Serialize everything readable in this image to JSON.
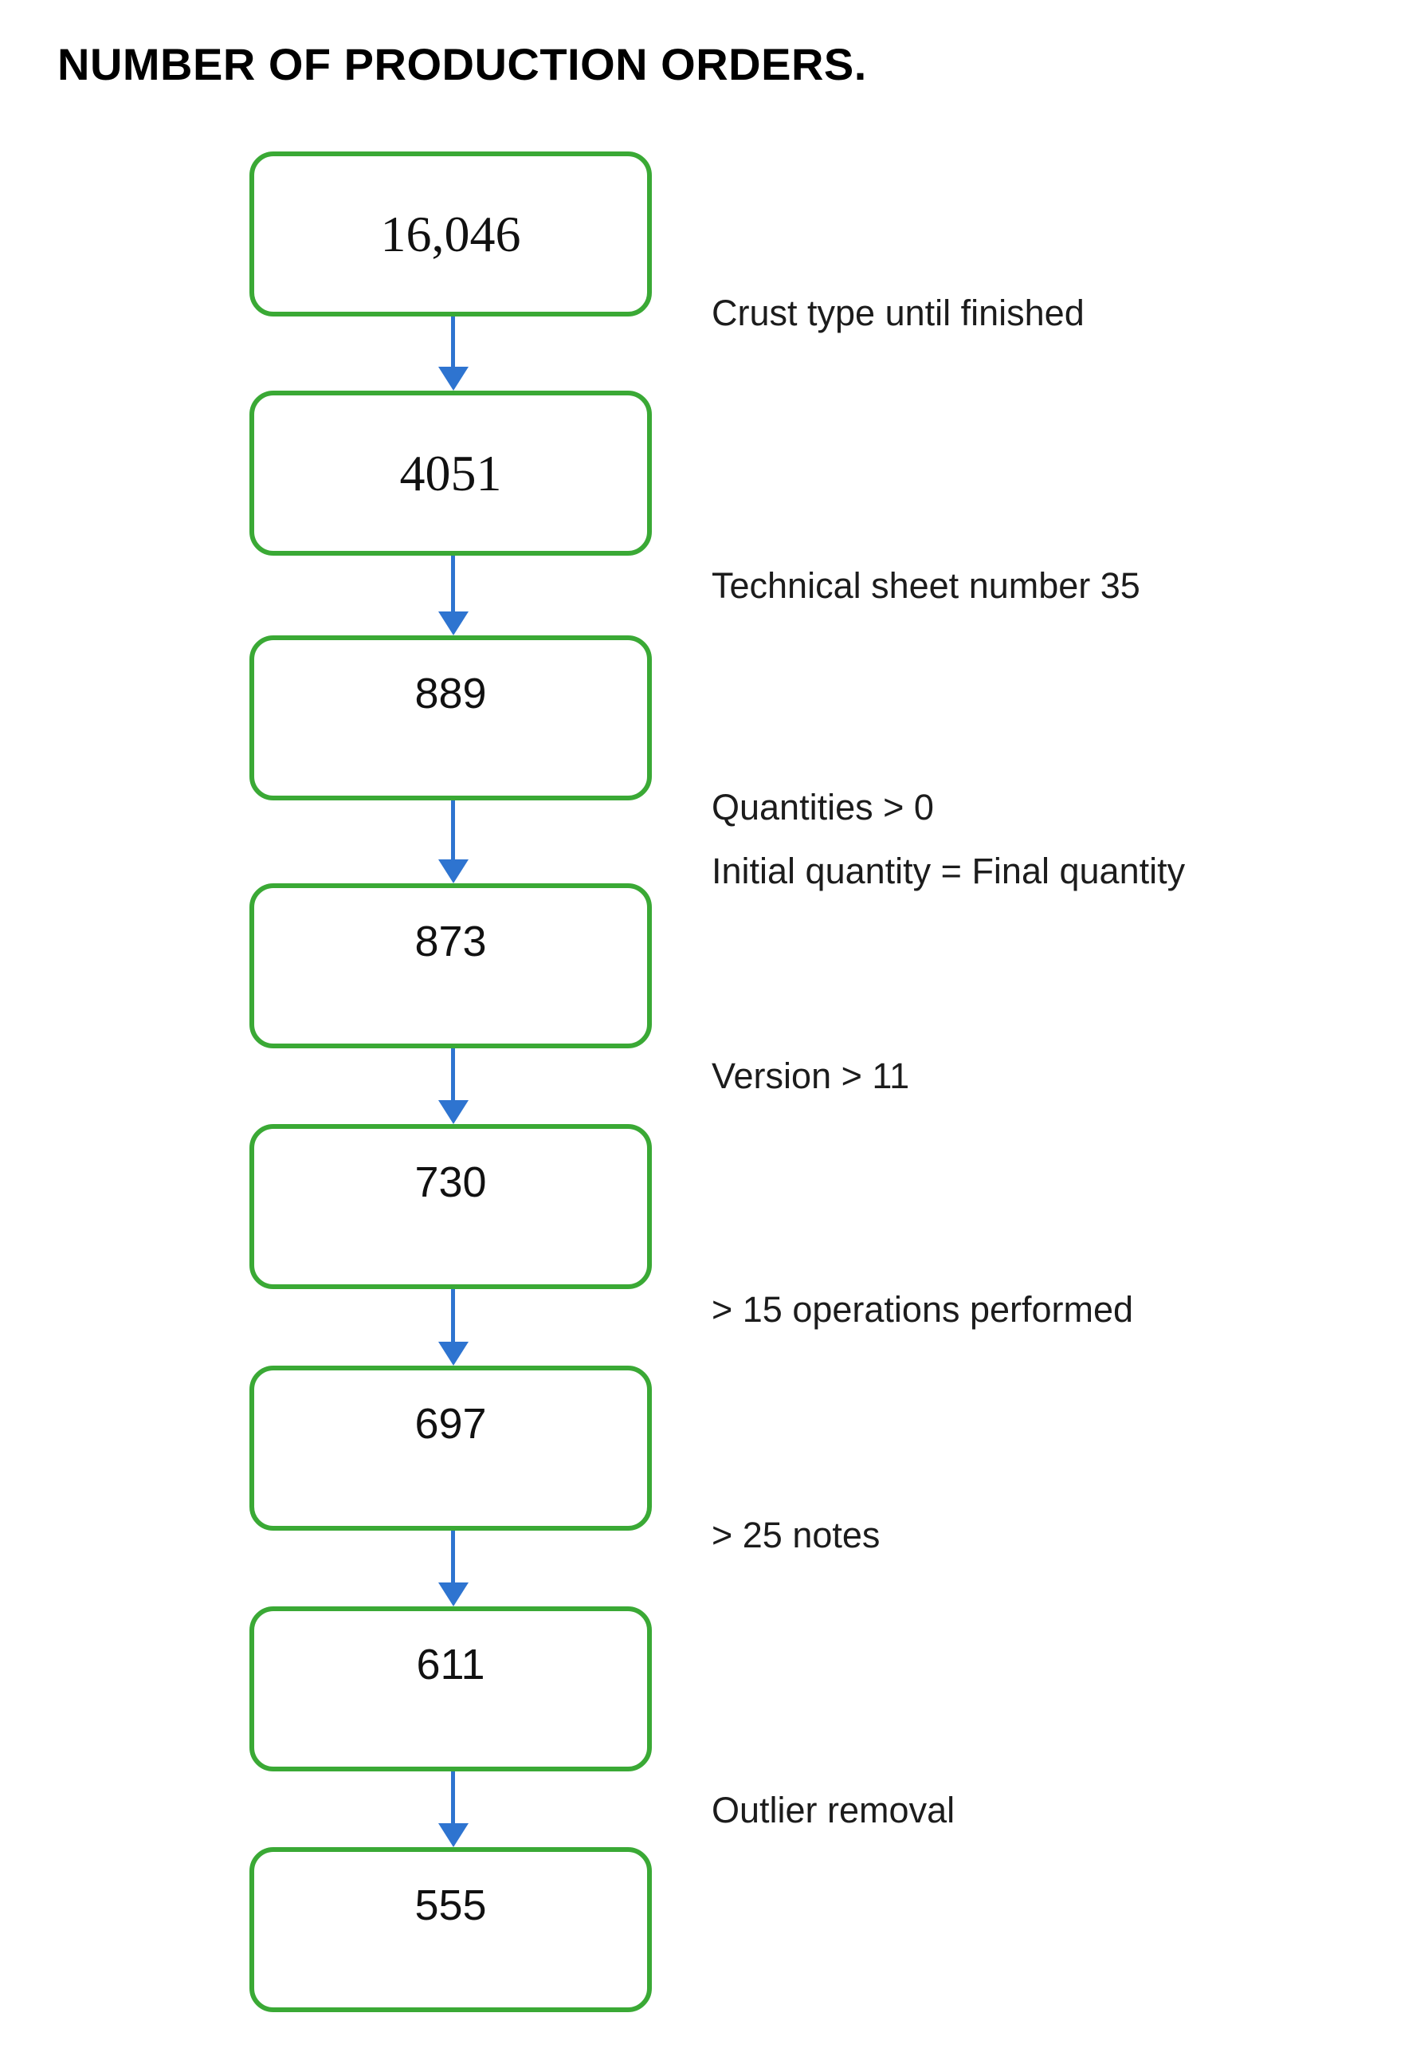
{
  "title": "NUMBER OF PRODUCTION ORDERS.",
  "colors": {
    "box_border": "#3aa935",
    "arrow": "#2e74d0",
    "text": "#1c1c1c"
  },
  "flow": {
    "boxes": [
      {
        "value": "16,046"
      },
      {
        "value": "4051"
      },
      {
        "value": "889"
      },
      {
        "value": "873"
      },
      {
        "value": "730"
      },
      {
        "value": "697"
      },
      {
        "value": "611"
      },
      {
        "value": "555"
      }
    ],
    "transitions": [
      {
        "lines": [
          "Crust type until finished"
        ]
      },
      {
        "lines": [
          "Technical sheet number 35"
        ]
      },
      {
        "lines": [
          "Quantities > 0",
          "Initial quantity = Final quantity"
        ]
      },
      {
        "lines": [
          "Version > 11"
        ]
      },
      {
        "lines": [
          "> 15 operations performed"
        ]
      },
      {
        "lines": [
          "> 25 notes"
        ]
      },
      {
        "lines": [
          "Outlier removal"
        ]
      }
    ]
  }
}
